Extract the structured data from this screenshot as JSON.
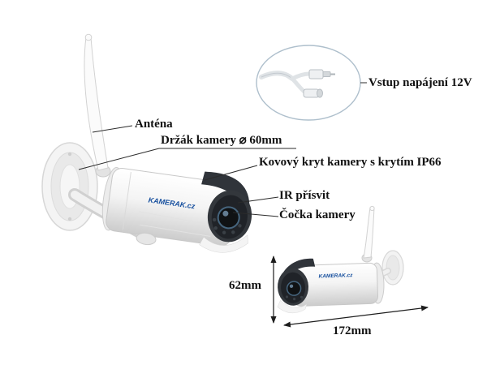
{
  "brand": "KAMERAK.cz",
  "callouts": {
    "power": "Vstup napájení 12V",
    "antenna": "Anténa",
    "holder": "Držák kamery ⌀ 60mm",
    "cover": "Kovový kryt kamery s krytím IP66",
    "ir": "IR přísvit",
    "lens": "Čočka kamery"
  },
  "dimensions": {
    "height": "62mm",
    "width": "172mm"
  },
  "colors": {
    "hood": "#30343a",
    "lens_ring": "#46657e",
    "brand_blue": "#164f9e",
    "line": "#2b2b2b"
  }
}
